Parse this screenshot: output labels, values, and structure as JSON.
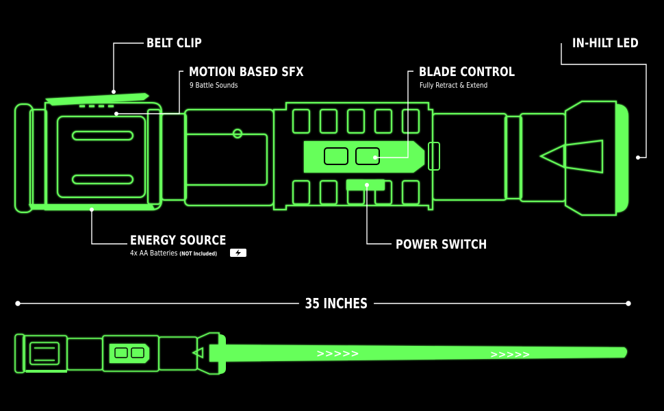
{
  "colors": {
    "glow": "#66ff5a",
    "background": "#000000",
    "text": "#ffffff"
  },
  "callouts": {
    "belt_clip": {
      "title": "BELT CLIP"
    },
    "motion_sfx": {
      "title": "MOTION BASED SFX",
      "subtitle": "9 Battle Sounds"
    },
    "blade_control": {
      "title": "BLADE CONTROL",
      "subtitle": "Fully Retract & Extend"
    },
    "in_hilt_led": {
      "title": "IN-HILT LED"
    },
    "energy_source": {
      "title": "ENERGY SOURCE",
      "subtitle": "4x AA Batteries",
      "note": "(NOT Included)",
      "icon": "charge-icon"
    },
    "power_switch": {
      "title": "POWER SWITCH"
    }
  },
  "measurement": {
    "label": "35 INCHES"
  },
  "blade": {
    "markers": [
      ">>>>>",
      ">>>>>"
    ]
  }
}
